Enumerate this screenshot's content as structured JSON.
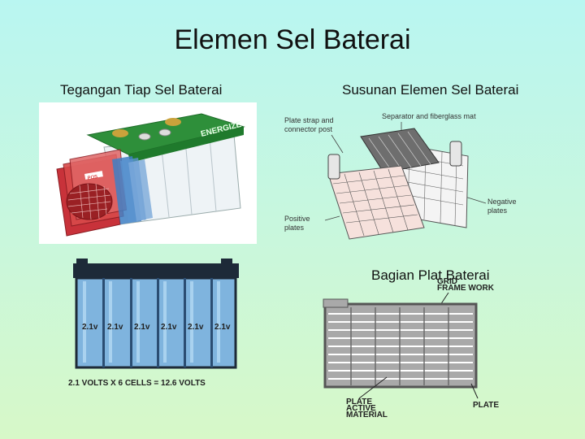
{
  "slide": {
    "title": "Elemen Sel Baterai",
    "left_heading": "Tegangan Tiap Sel Baterai",
    "right_heading": "Susunan Elemen Sel Baterai",
    "lower_heading": "Bagian Plat Baterai"
  },
  "battery_cutaway": {
    "brand_text": "ENERGIZE",
    "plate_tag": "POS"
  },
  "cell_diagram": {
    "cell_voltages": [
      "2.1v",
      "2.1v",
      "2.1v",
      "2.1v",
      "2.1v",
      "2.1v"
    ],
    "caption": "2.1 VOLTS X 6 CELLS = 12.6 VOLTS"
  },
  "element_diagram": {
    "label_strap": "Plate strap and",
    "label_strap2": "connector post",
    "label_separator": "Separator and fiberglass mat",
    "label_negative": "Negative",
    "label_negative2": "plates",
    "label_positive": "Positive",
    "label_positive2": "plates"
  },
  "plate_diagram": {
    "label_grid": "GRID",
    "label_frame": "FRAME WORK",
    "label_active1": "PLATE",
    "label_active2": "ACTIVE",
    "label_active3": "MATERIAL",
    "label_plate": "PLATE"
  }
}
